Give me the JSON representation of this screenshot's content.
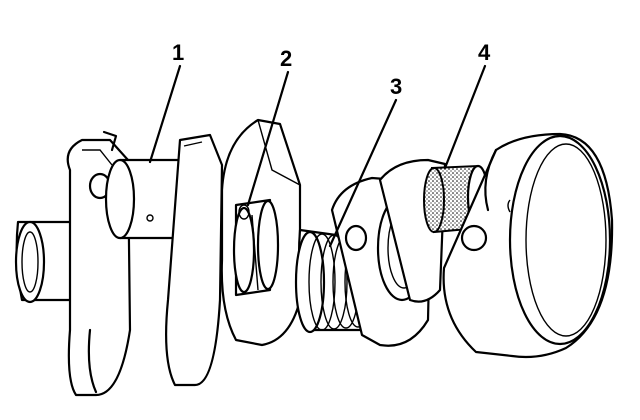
{
  "callouts": [
    {
      "label": "1"
    },
    {
      "label": "2"
    },
    {
      "label": "3"
    },
    {
      "label": "4"
    }
  ]
}
